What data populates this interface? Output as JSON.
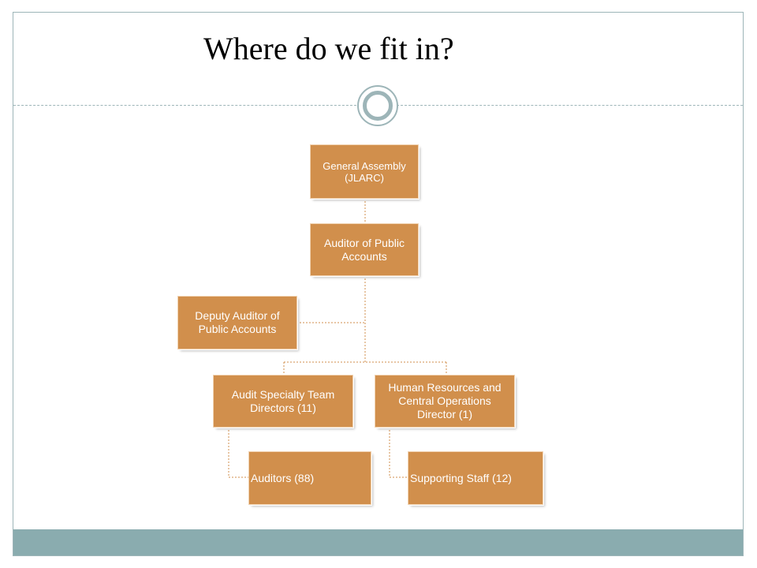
{
  "title": "Where do we fit in?",
  "theme": {
    "accent": "#9db5b8",
    "node_fill": "#d18f4c",
    "node_text": "#ffffff",
    "footer": "#8aacaf"
  },
  "org_chart": {
    "general_assembly": "General Assembly (JLARC)",
    "auditor": "Auditor of Public Accounts",
    "deputy": "Deputy Auditor of Public Accounts",
    "audit_directors": "Audit Specialty Team Directors (11)",
    "hr_director": "Human Resources and Central Operations Director (1)",
    "auditors": "Auditors (88)",
    "support_staff": "Supporting Staff (12)"
  }
}
